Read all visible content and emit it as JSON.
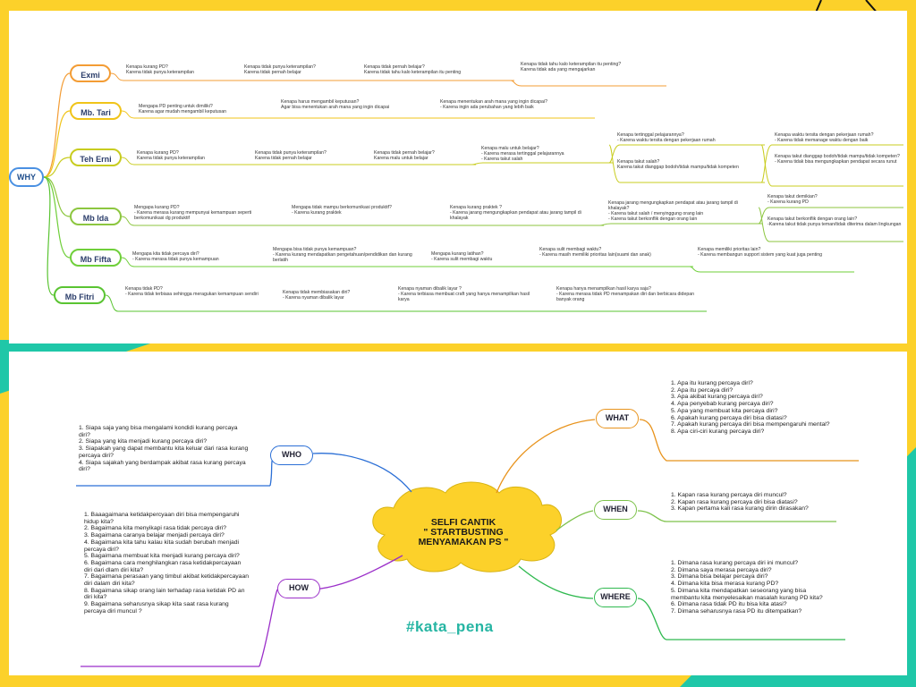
{
  "top_map": {
    "root": "WHY",
    "people": [
      {
        "name": "Exmi",
        "items": [
          "Kenapa kurang PD?\nKarena tidak punya keterampilan",
          "Kenapa tidak punya keterampilan?\nKarena tidak pernah belajar",
          "Kenapa tidak pernah belajar?\nKarena tidak tahu kalo keterampilan itu penting",
          "Kenapa tidak tahu kalo keterampilan itu penting?\nKarena tidak ada yang mengajarkan"
        ]
      },
      {
        "name": "Mb. Tari",
        "items": [
          "Mengapa PD penting untuk dimiliki?\nKarena agar mudah mengambil keputusan",
          "Kenapa harus mengambil keputusan?\nAgar bisa menentukan arah mana yang ingin dicapai",
          "Kenapa menentukan arah mana yang ingin dicapai?\n- Karena ingin ada perubahan yang lebih baik"
        ]
      },
      {
        "name": "Teh Erni",
        "items": [
          "Kenapa kurang PD?\nKarena tidak punya keterampilan",
          "Kenapa tidak punya keterampilan?\nKarena tidak pernah belajar",
          "Kenapa tidak pernah belajar?\nKarena malu untuk belajar",
          "Kenapa malu untuk belajar?\n- Karena merasa tertinggal pelajarannya\n- Karena takut salah",
          "Kenapa tertinggal pelajarannya?\n- Karena waktu tersita dengan pekerjaan rumah",
          "Kenapa takut salah?\nKarena takut dianggap bodoh/tidak mampu/tidak kompeten",
          "Kenapa waktu tersita dengan pekerjaan rumah?\n- Karena tidak memanage waktu dengan baik",
          "Kenapa takut dianggap bodoh/tidak mampu/tidak kompeten?\n- Karena tidak bisa mengungkapkan pendapat secara runut"
        ]
      },
      {
        "name": "Mb Ida",
        "items": [
          "Mengapa kurang PD?\n- Karena merasa kurang mempunyai kemampuan seperti berkomunikasi dg produktif",
          "Mengapa tidak mampu berkomunikasi produktif?\n- Karena kurang praktek",
          "Kenapa kurang praktek ?\n- Karena jarang mengungkapkan pendapat atau jarang tampil di khalayak",
          "Kenapa jarang mengungkapkan pendapat atau jarang tampil di khalayak?\n- Karena takut salah / menyinggung orang lain\n- Karena takut berkonflik dengan orang lain",
          "Kenapa takut demikian?\n- Karena kurang PD",
          "Kenapa takut berkonflik dengan orang lain?\n-Karena takut tidak punya teman/tidak diterima dalam lingkungan"
        ]
      },
      {
        "name": "Mb Fifta",
        "items": [
          "Mengapa kita tidak percaya diri?\n- Karena merasa tidak punya kemampuan",
          "Mengapa bisa tidak punya kemampuan?\n- Karena kurang mendapatkan pengetahuan/pendidikan dan kurang berlatih",
          "Mengapa kurang latihan?\n- Karena sulit membagi waktu",
          "Kenapa sulit membagi waktu?\n- Karena masih memiliki prioritas lain(suami dan anak)",
          "Kenapa memiliki prioritas lain?\n- Karena membangun support sistem yang kuat juga penting"
        ]
      },
      {
        "name": "Mb Fitri",
        "items": [
          "Kenapa tidak PD?\n- Karena tidak terbiasa sehingga meragukan kemampuan sendiri",
          "Kenapa tidak membiasakan diri?\n- Karena nyaman dibalik layar",
          "Kenapa nyaman dibalik layar ?\n- Karena terbiasa membuat craft yang hanya menampilkan hasil karya",
          "Kenapa hanya menampilkan hasil karya saja?\n- Karena merasa tidak PD menampakan diri dan berbicara didepan banyak orang"
        ]
      }
    ]
  },
  "bottom_map": {
    "center": "SELFI CANTIK\n\" STARTBUSTING\nMENYAMAKAN PS \"",
    "hashtag": "#kata_pena",
    "who": {
      "label": "WHO",
      "color": "#2b6fd6",
      "text": "1. Siapa saja yang bisa mengalami kondidi kurang percaya diri?\n2. Siapa yang kita menjadi kurang percaya diri?\n3. Siapakah yang dapat membantu kita keluar dari rasa kurang percaya diri?\n4. Siapa sajakah yang berdampak akibat rasa kurang percaya diri?"
    },
    "how": {
      "label": "HOW",
      "color": "#9b2fc9",
      "text": "1. Baaagaimana ketidakpercyaan diri bisa mempengaruhi hidup kita?\n2. Bagaimana kita menyikapi rasa tidak percaya diri?\n3. Bagaimana caranya belajar menjadi percaya diri?\n4. Bagaimana kita tahu kalau kita sudah berubah menjadi percaya diri?\n5. Bagaimana membuat kita menjadi kurang percaya diri?\n6. Bagaimana cara menghilangkan rasa ketidakpercayaan diri dari dlam diri kita?\n7. Bagaimana perasaan yang timbul akibat ketidakpercayaan diri dalam diri kita?\n8. Bagaimana sikap orang lain terhadap rasa ketidak PD an diri kita?\n9. Bagaimana seharusnya sikap kita saat rasa kurang percaya diri muncul ?"
    },
    "what": {
      "label": "WHAT",
      "color": "#e8931c",
      "text": "1. Apa itu kurang percaya diri?\n2. Apa itu percaya diri?\n3. Apa akibat kurang percaya diri?\n4. Apa penyebab kurang percaya diri?\n5. Apa yang membuat kita percaya diri?\n6. Apakah kurang percaya diri bisa diatasi?\n7. Apakah kurang percaya diri bisa mempengaruhi mental?\n8. Apa ciri-ciri kurang percaya diri?"
    },
    "when": {
      "label": "WHEN",
      "color": "#7dc24b",
      "text": "1. Kapan rasa kurang percaya diri muncul?\n2. Kapan rasa kurang percaya diri bisa diatasi?\n3. Kapan pertama kali rasa kurang dirin dirasakan?"
    },
    "where": {
      "label": "WHERE",
      "color": "#2fb94f",
      "text": "1. Dimana rasa kurang percaya diri ini muncul?\n2. Dimana saya merasa percaya diri?\n3. Dimana bisa belajar percaya diri?\n4. Dimana kita bisa merasa kurang PD?\n5. Dimana kita mendapatkan seseorang yang bisa membantu kita menyelesaikan masalah kurang PD kita?\n6. Dimana rasa tidak PD itu bisa kita atasi?\n7. Dimana seharusnya rasa PD itu ditempatkan?"
    }
  },
  "colors": {
    "background": "#fcd12a",
    "panel": "#ffffff",
    "teal": "#1fc7a8",
    "accent_text": "#26b5a3"
  }
}
